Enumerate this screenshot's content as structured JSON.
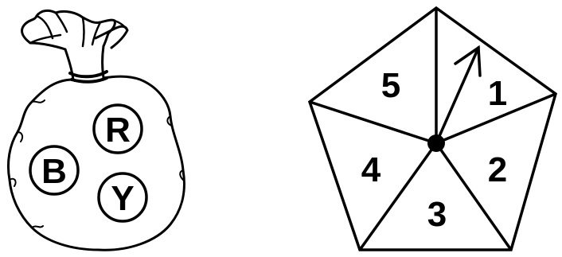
{
  "bag": {
    "marbles": [
      {
        "label": "B"
      },
      {
        "label": "R"
      },
      {
        "label": "Y"
      }
    ]
  },
  "spinner": {
    "sectors": [
      "1",
      "2",
      "3",
      "4",
      "5"
    ],
    "arrow_points_to": "1"
  },
  "colors": {
    "ink": "#000000",
    "paper": "#ffffff"
  }
}
